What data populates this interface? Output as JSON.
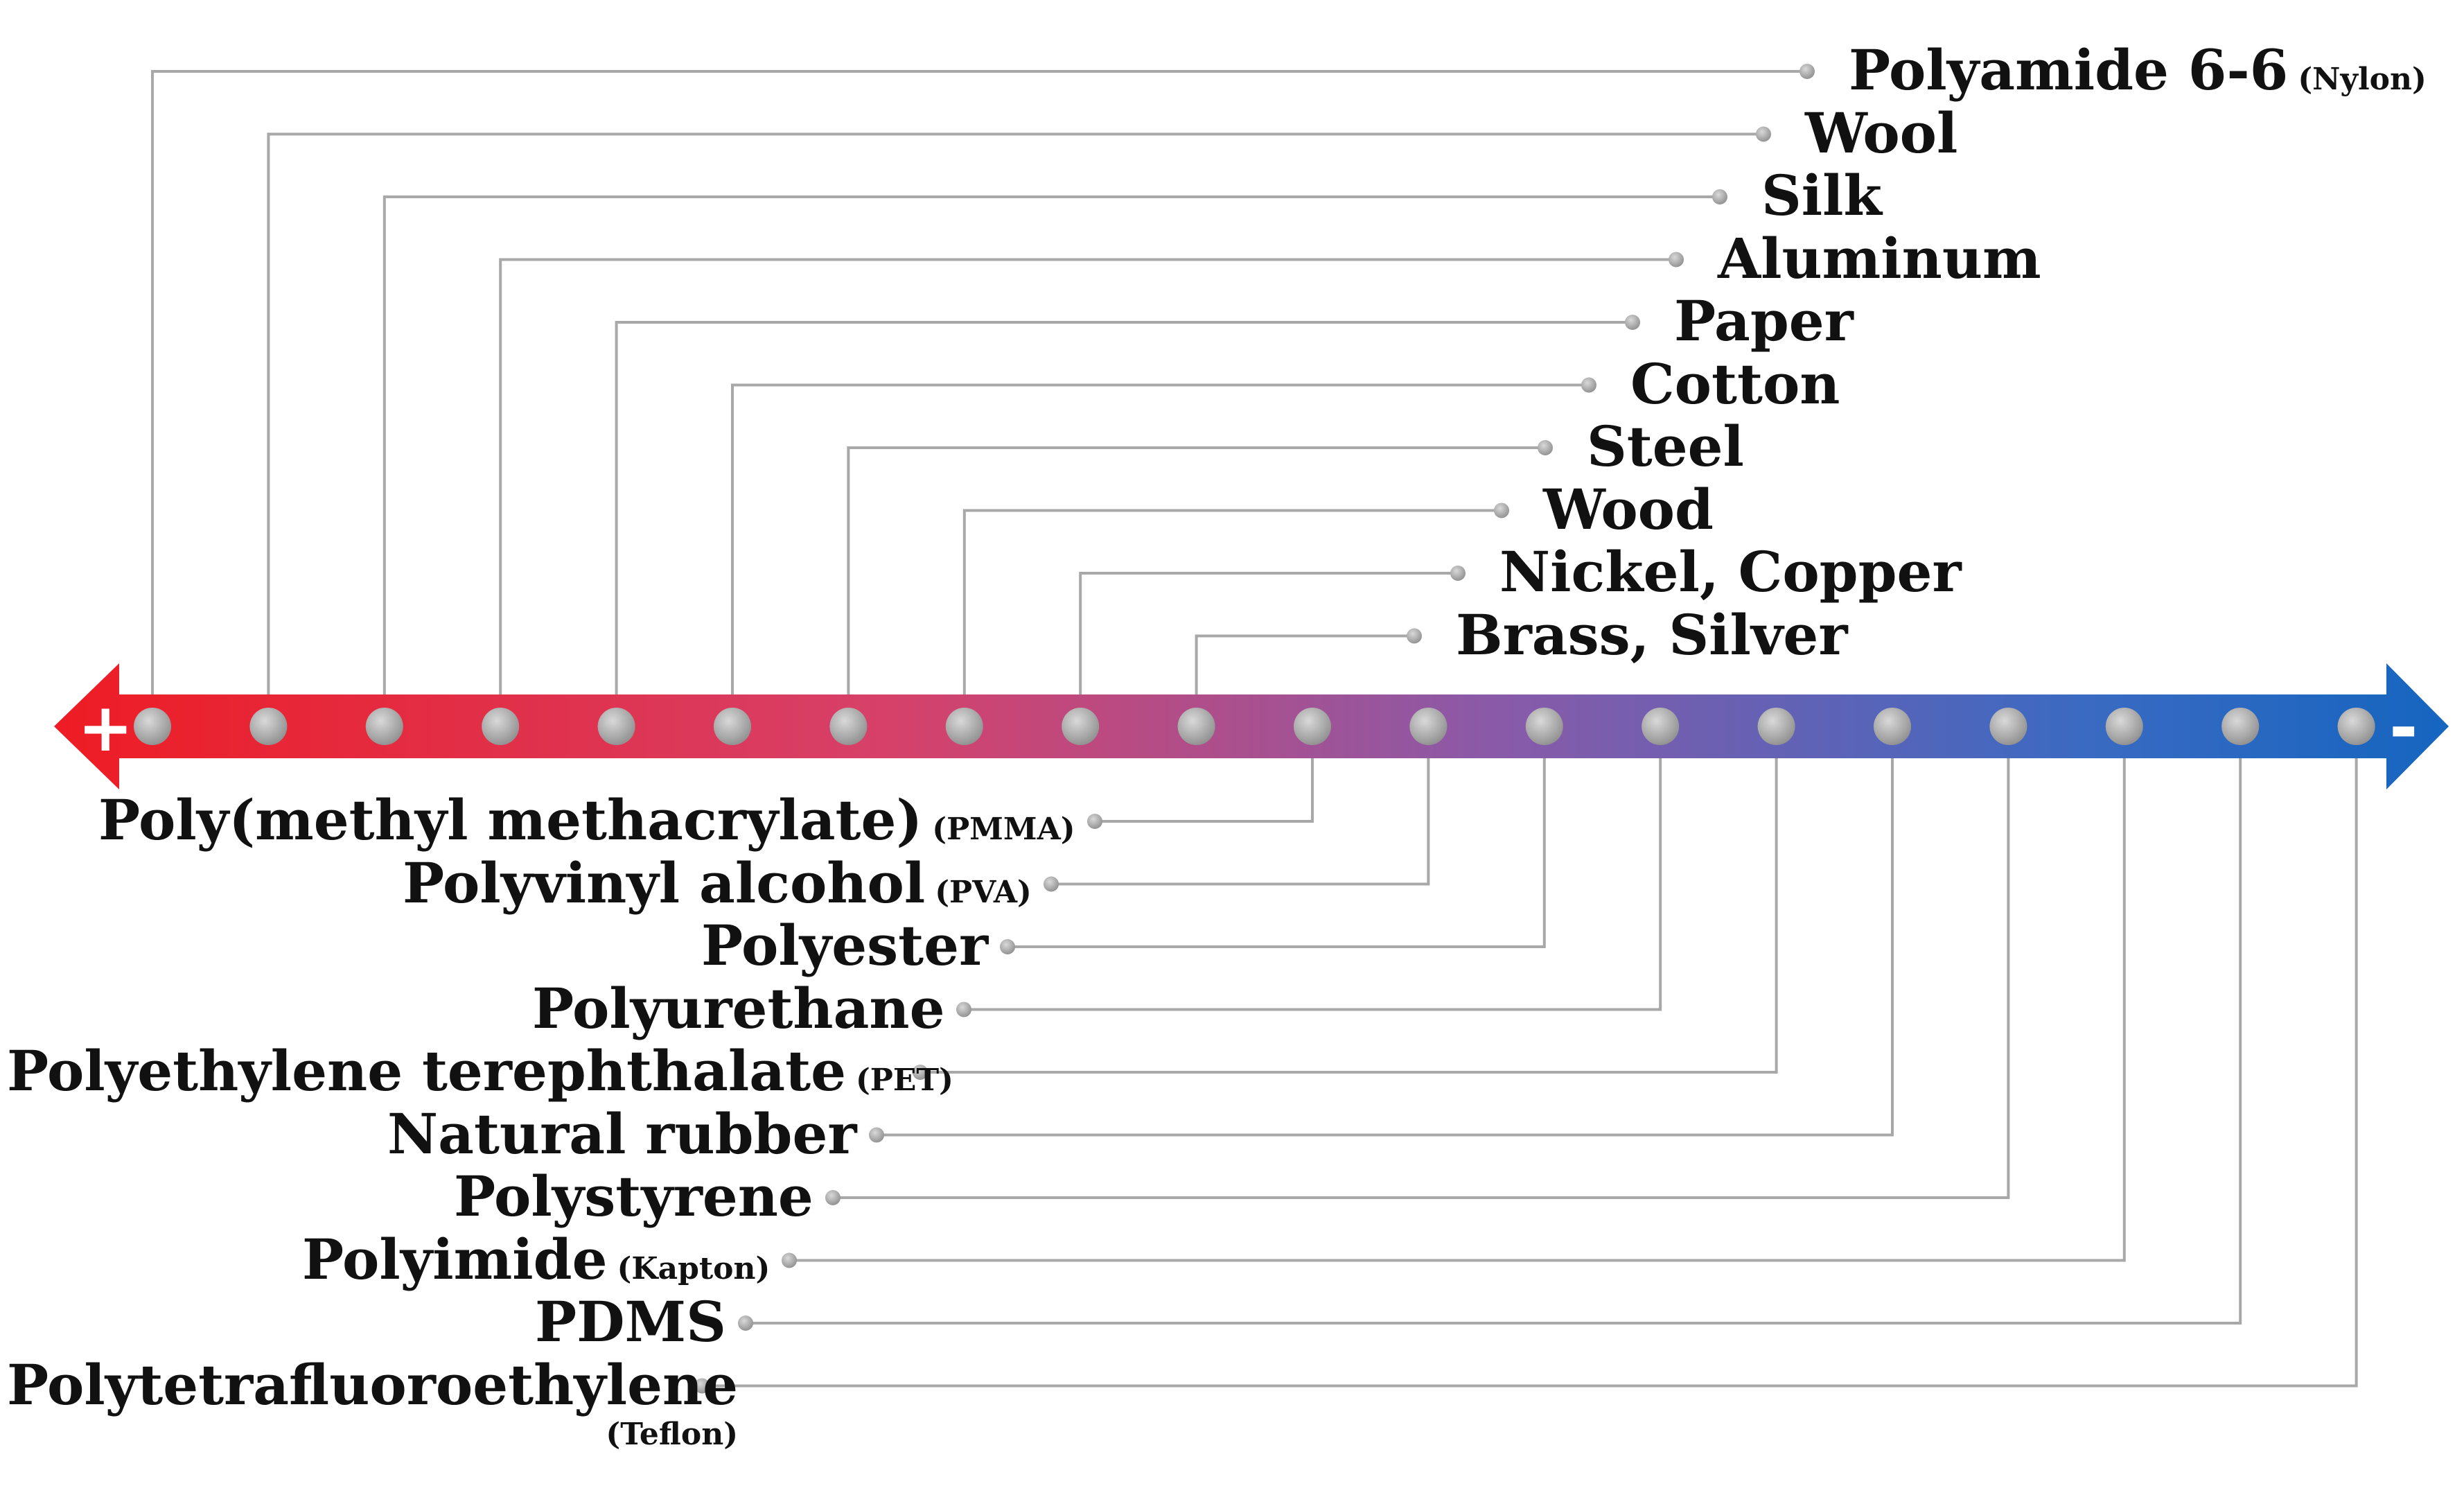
{
  "chart_data": {
    "type": "diagram",
    "axis": {
      "positive_sign": "+",
      "negative_sign": "-",
      "gradient_colors": [
        "#ee1c24",
        "#d6416a",
        "#8a5aa8",
        "#2f6cc4",
        "#1565c0"
      ]
    },
    "top_items": [
      {
        "name": "Polyamide 6-6",
        "abbr": "(Nylon)"
      },
      {
        "name": "Wool",
        "abbr": ""
      },
      {
        "name": "Silk",
        "abbr": ""
      },
      {
        "name": "Aluminum",
        "abbr": ""
      },
      {
        "name": "Paper",
        "abbr": ""
      },
      {
        "name": "Cotton",
        "abbr": ""
      },
      {
        "name": "Steel",
        "abbr": ""
      },
      {
        "name": "Wood",
        "abbr": ""
      },
      {
        "name": "Nickel, Copper",
        "abbr": ""
      },
      {
        "name": "Brass, Silver",
        "abbr": ""
      }
    ],
    "bottom_items": [
      {
        "name": "Poly(methyl methacrylate)",
        "abbr": "(PMMA)"
      },
      {
        "name": "Polyvinyl alcohol",
        "abbr": "(PVA)"
      },
      {
        "name": "Polyester",
        "abbr": ""
      },
      {
        "name": "Polyurethane",
        "abbr": ""
      },
      {
        "name": "Polyethylene terephthalate",
        "abbr": "(PET)"
      },
      {
        "name": "Natural rubber",
        "abbr": ""
      },
      {
        "name": "Polystyrene",
        "abbr": ""
      },
      {
        "name": "Polyimide",
        "abbr": "(Kapton)"
      },
      {
        "name": "PDMS",
        "abbr": ""
      },
      {
        "name": "Polytetrafluoroethylene",
        "abbr": "(Teflon)"
      }
    ],
    "marker_color": "#9e9e9e",
    "line_color": "#a8a8a8"
  }
}
